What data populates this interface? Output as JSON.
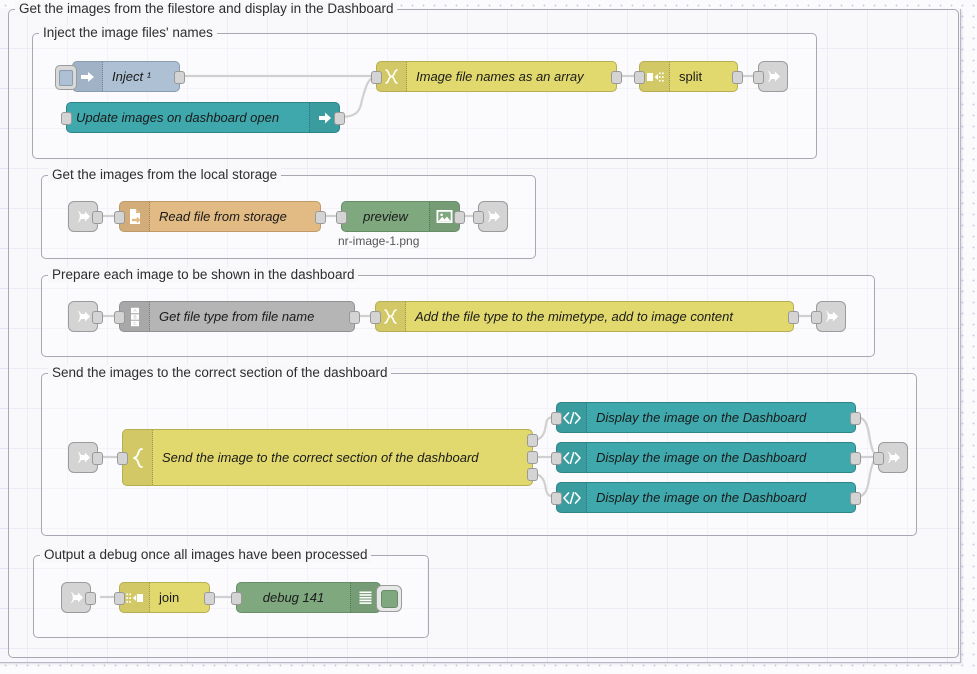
{
  "canvas": {
    "background_color": "#f7f7fb",
    "grid_color": "#e3e3f1"
  },
  "groups": [
    {
      "name": "outer-group",
      "label": "Get the images from the filestore and display in the Dashboard"
    },
    {
      "name": "group-inject",
      "label": "Inject the image files' names"
    },
    {
      "name": "group-storage",
      "label": "Get the images from the local storage"
    },
    {
      "name": "group-prepare",
      "label": "Prepare each image to be shown in the dashboard"
    },
    {
      "name": "group-send",
      "label": "Send the images to the correct section of the dashboard"
    },
    {
      "name": "group-debug",
      "label": "Output a debug once all images have been processed"
    }
  ],
  "nodes": {
    "inject": {
      "label": "Inject ¹",
      "icon": "inject-arrow-icon",
      "color": "#adc0d4"
    },
    "ui_control": {
      "label": "Update images on dashboard open",
      "icon": "ui-control-arrow-icon",
      "color": "#3fa8ac"
    },
    "array_function": {
      "label": "Image file names as an array",
      "icon": "function-icon",
      "color": "#e2d96e"
    },
    "split": {
      "label": "split",
      "icon": "split-icon",
      "color": "#e2d96e"
    },
    "read_file": {
      "label": "Read file from storage",
      "icon": "file-in-icon",
      "color": "#e2bb84"
    },
    "preview": {
      "label": "preview",
      "icon": "image-icon",
      "color": "#7fa87f",
      "sublabel": "nr-image-1.png"
    },
    "get_file_type": {
      "label": "Get file type from file name",
      "icon": "change-abc-icon",
      "color": "#b5b5b5"
    },
    "add_mimetype": {
      "label": "Add the file type to the mimetype, add to image content",
      "icon": "function-icon",
      "color": "#e2d96e"
    },
    "switch_section": {
      "label": "Send the image to the correct section of the dashboard",
      "icon": "switch-icon",
      "color": "#e2d96e"
    },
    "display_1": {
      "label": "Display the image on the Dashboard",
      "icon": "template-code-icon",
      "color": "#3fa8ac"
    },
    "display_2": {
      "label": "Display the image on the Dashboard",
      "icon": "template-code-icon",
      "color": "#3fa8ac"
    },
    "display_3": {
      "label": "Display the image on the Dashboard",
      "icon": "template-code-icon",
      "color": "#3fa8ac"
    },
    "join": {
      "label": "join",
      "icon": "join-icon",
      "color": "#e2d96e"
    },
    "debug": {
      "label": "debug 141",
      "icon": "debug-lines-icon",
      "color": "#7fa87f"
    }
  },
  "link_nodes": {
    "link_out_1": {
      "icon": "link-out-icon"
    },
    "link_in_1": {
      "icon": "link-in-icon"
    },
    "link_out_2": {
      "icon": "link-out-icon"
    },
    "link_in_2": {
      "icon": "link-in-icon"
    },
    "link_out_3": {
      "icon": "link-out-icon"
    },
    "link_in_3": {
      "icon": "link-in-icon"
    },
    "link_out_4": {
      "icon": "link-out-icon"
    },
    "link_in_4": {
      "icon": "link-in-icon"
    }
  }
}
